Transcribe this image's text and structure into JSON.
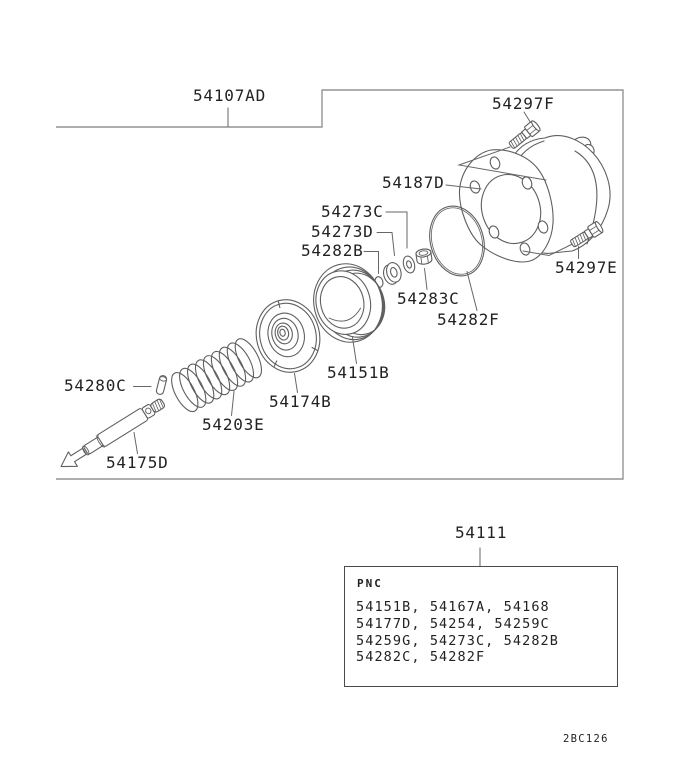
{
  "drawing": {
    "background": "#ffffff",
    "frame_line_color": "#949494",
    "part_line_color": "#5f5f5f",
    "text_color": "#222222"
  },
  "callouts": {
    "main_assembly": "54107AD",
    "bolt_front": "54297F",
    "gasket": "54187D",
    "snap_ring": "54273C",
    "bearing": "54273D",
    "ring_small": "54282B",
    "nut": "54283C",
    "o_ring": "54282F",
    "pulley": "54151B",
    "hub": "54174B",
    "spring": "54203E",
    "pin": "54280C",
    "shaft": "54175D",
    "bolt_rear": "54297E",
    "pump_unit": "54111"
  },
  "pnc_box": {
    "header": "PNC",
    "rows": [
      "54151B, 54167A, 54168",
      "54177D, 54254, 54259C",
      "54259G, 54273C, 54282B",
      "54282C, 54282F"
    ]
  },
  "footer": {
    "drawing_code": "2BC126"
  }
}
